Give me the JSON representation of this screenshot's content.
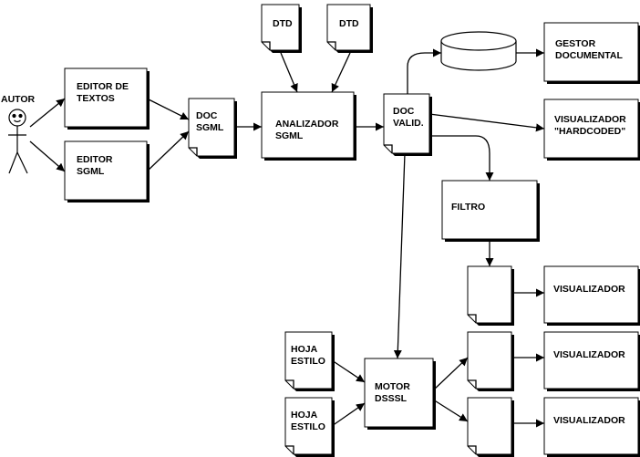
{
  "autor": "AUTOR",
  "editor_textos": [
    "EDITOR DE",
    "TEXTOS"
  ],
  "editor_sgml": [
    "EDITOR",
    "SGML"
  ],
  "doc_sgml": [
    "DOC",
    "SGML"
  ],
  "dtd_1": "DTD",
  "dtd_2": "DTD",
  "analizador": [
    "ANALIZADOR",
    "SGML"
  ],
  "doc_valid": [
    "DOC",
    "VALID."
  ],
  "gestor": [
    "GESTOR",
    "DOCUMENTAL"
  ],
  "visualizador_hardcoded": [
    "VISUALIZADOR",
    "\"HARDCODED\""
  ],
  "filtro": "FILTRO",
  "visualizador_1": "VISUALIZADOR",
  "visualizador_2": "VISUALIZADOR",
  "visualizador_3": "VISUALIZADOR",
  "hoja_estilo_1": [
    "HOJA",
    "ESTILO"
  ],
  "hoja_estilo_2": [
    "HOJA",
    "ESTILO"
  ],
  "motor": [
    "MOTOR",
    "DSSSL"
  ]
}
